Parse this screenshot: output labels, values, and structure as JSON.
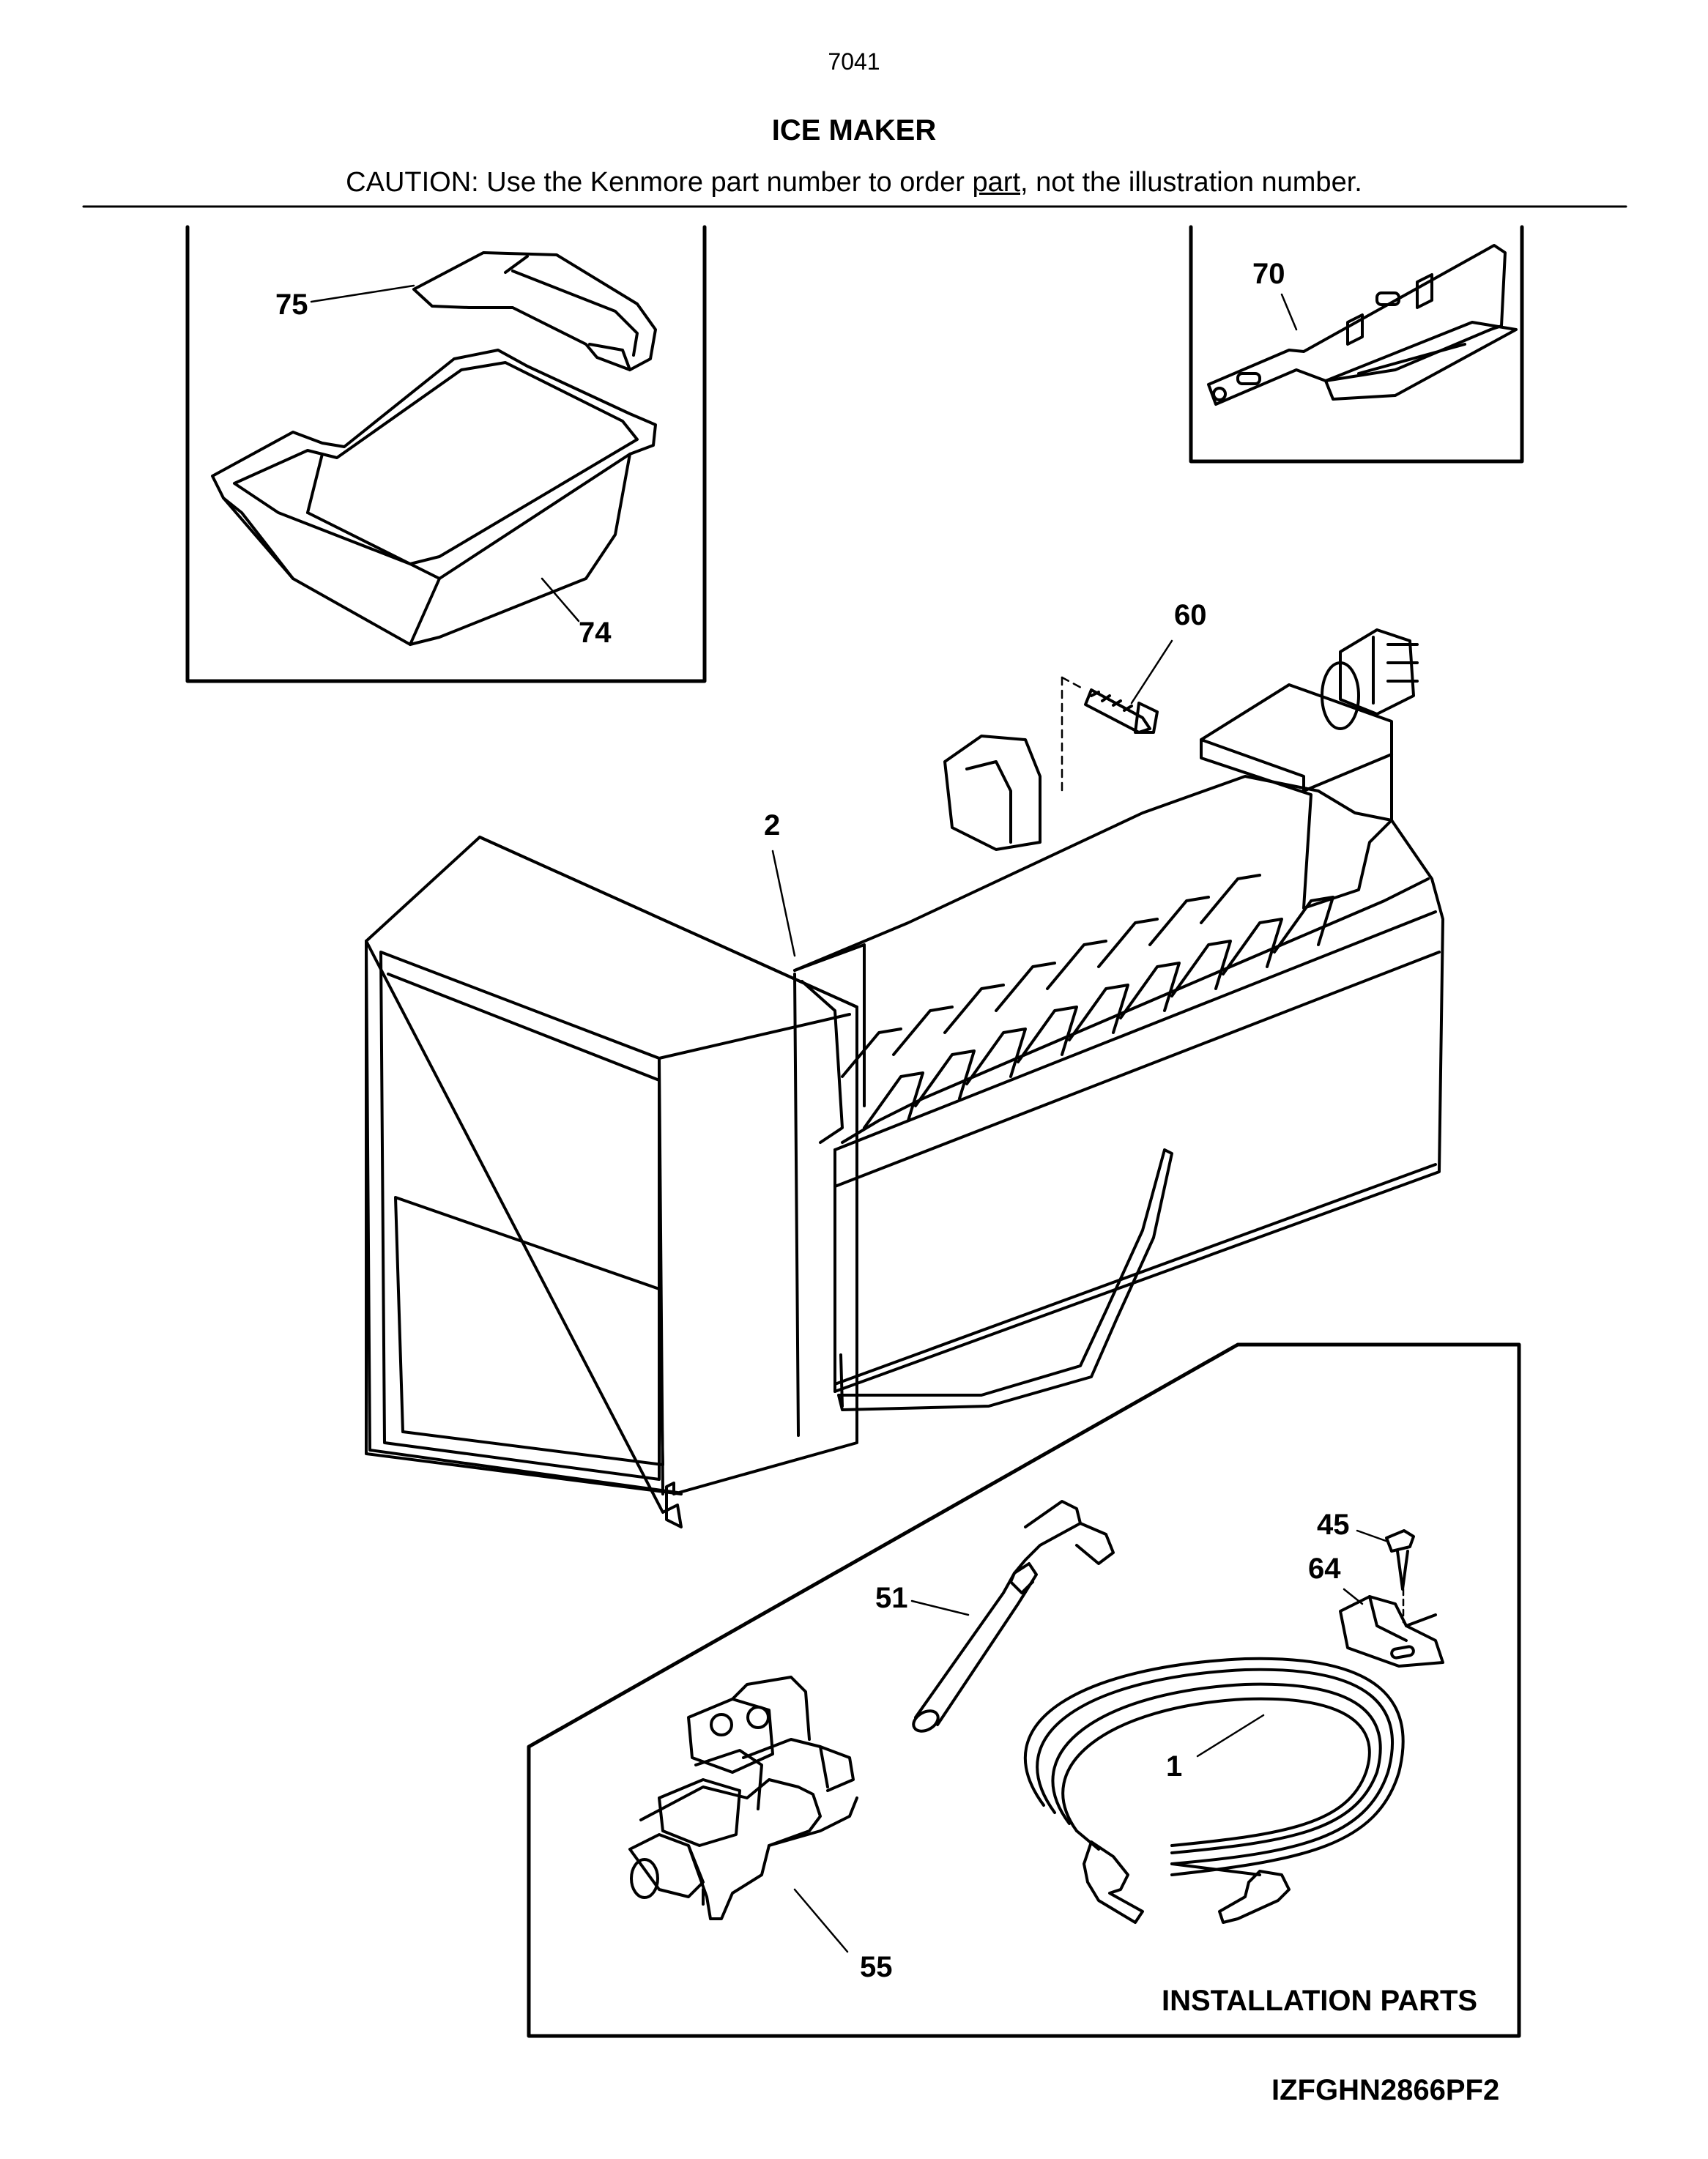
{
  "header": {
    "page_number": "7041",
    "title": "ICE MAKER",
    "caution_prefix": "CAUTION: Use the Kenmore part number to order ",
    "caution_link": "part",
    "caution_suffix": ", not the illustration number."
  },
  "callouts": {
    "c75": "75",
    "c74": "74",
    "c70": "70",
    "c60": "60",
    "c2": "2",
    "c45": "45",
    "c64": "64",
    "c51": "51",
    "c1": "1",
    "c55": "55"
  },
  "installation_label": "INSTALLATION PARTS",
  "model_code": "IZFGHN2866PF2"
}
